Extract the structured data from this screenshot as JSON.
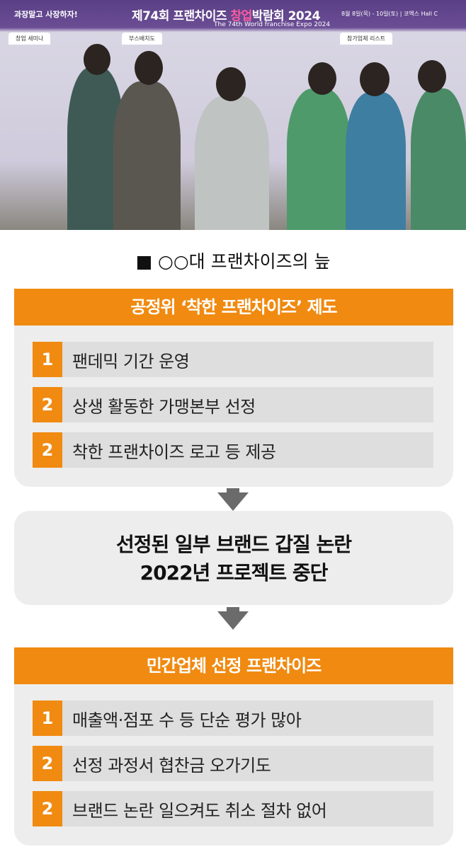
{
  "photo": {
    "banner_left": "과장말고 사장하자!",
    "banner_title_prefix": "제74회 프랜차이즈 ",
    "banner_title_highlight": "창업",
    "banner_title_suffix": "박람회 2024",
    "banner_subtitle": "The 74th World franchise Expo 2024",
    "banner_date": "8월 8일(목) - 10일(토) | 코엑스 Hall C",
    "tabs": [
      "창업 세미나",
      "부스배치도",
      "참가업체 리스트"
    ]
  },
  "title": "■ ○○대 프랜차이즈의 늪",
  "section1": {
    "header": "공정위 ‘착한 프랜차이즈’ 제도",
    "rows": [
      {
        "num": "1",
        "text": "팬데믹 기간 운영"
      },
      {
        "num": "2",
        "text": "상생 활동한 가맹본부 선정"
      },
      {
        "num": "2",
        "text": "착한 프랜차이즈 로고 등 제공"
      }
    ]
  },
  "middle": {
    "line1": "선정된 일부 브랜드 갑질 논란",
    "line2": "2022년 프로젝트 중단"
  },
  "section2": {
    "header": "민간업체 선정 프랜차이즈",
    "rows": [
      {
        "num": "1",
        "text": "매출액·점포 수 등 단순 평가 많아"
      },
      {
        "num": "2",
        "text": "선정 과정서 협찬금 오가기도"
      },
      {
        "num": "2",
        "text": "브랜드 논란 일으켜도 취소 절차 없어"
      }
    ]
  },
  "colors": {
    "accent": "#f08a10",
    "panel": "#ededed",
    "row": "#dedede",
    "arrow": "#6b6b6b"
  }
}
